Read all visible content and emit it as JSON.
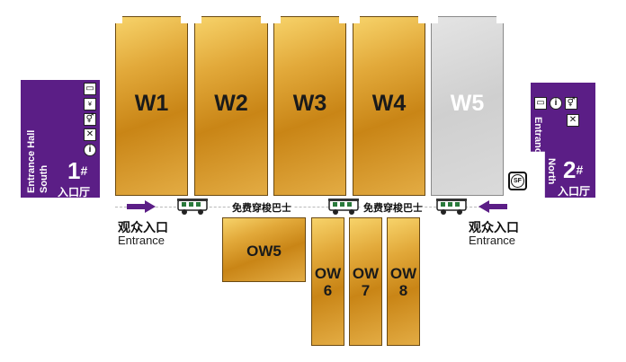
{
  "halls": {
    "w1": "W1",
    "w2": "W2",
    "w3": "W3",
    "w4": "W4",
    "w5": "W5"
  },
  "outdoor": {
    "ow5": "OW5",
    "ow6": [
      "OW",
      "6"
    ],
    "ow7": [
      "OW",
      "7"
    ],
    "ow8": [
      "OW",
      "8"
    ]
  },
  "south_hall": {
    "en_line1": "South",
    "en_line2": "Entrance Hall",
    "number": "1",
    "mark": "#",
    "cn": "入口厅"
  },
  "north_hall": {
    "en_line1": "North",
    "en_line2": "Entrance Hall",
    "number": "2",
    "mark": "#",
    "cn": "入口厅"
  },
  "entrances": {
    "left_cn": "观众入口",
    "left_en": "Entrance",
    "right_cn": "观众入口",
    "right_en": "Entrance"
  },
  "shuttle": {
    "label_left": "免费穿梭巴士",
    "label_right": "免费穿梭巴士"
  },
  "sf_badge": "SF",
  "colors": {
    "gold": "#d39a2c",
    "purple": "#5b1e86",
    "grey_hall": "#d3d3d3"
  },
  "icons": [
    "printer-icon",
    "atm-icon",
    "restroom-icon",
    "restaurant-icon",
    "info-icon",
    "shuttle-bus-icon",
    "arrow-right-icon",
    "arrow-left-icon"
  ]
}
